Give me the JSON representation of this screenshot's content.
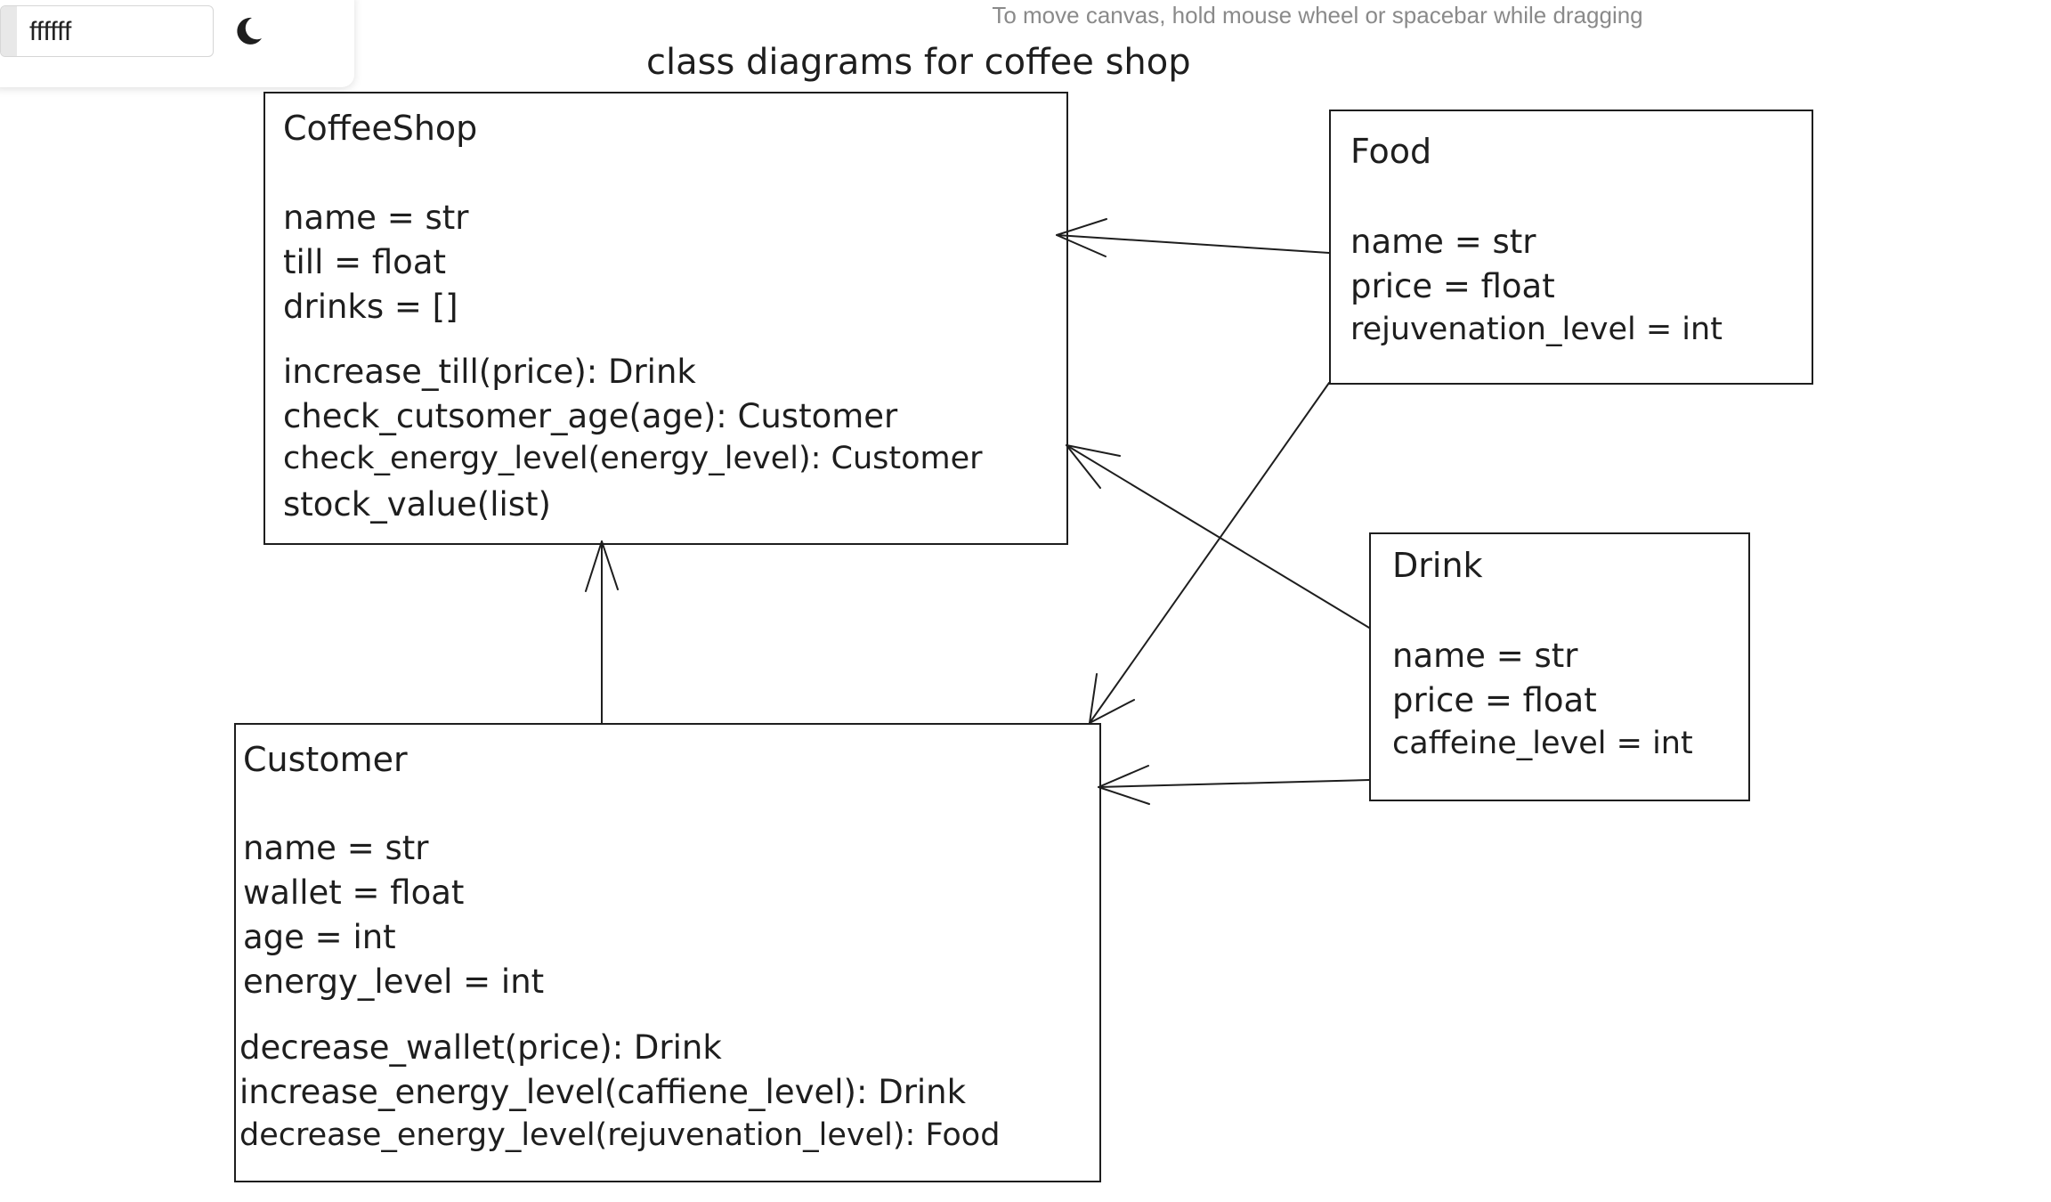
{
  "toolbar": {
    "color_value": "ffffff",
    "theme_icon": "moon-icon"
  },
  "hint": "To move canvas, hold mouse wheel or spacebar while dragging",
  "diagram_title": "class diagrams for coffee shop",
  "classes": {
    "coffeeshop": {
      "name": "CoffeeShop",
      "attributes": [
        "name = str",
        "till = float",
        "drinks = []"
      ],
      "methods": [
        "increase_till(price): Drink",
        "check_cutsomer_age(age): Customer",
        "check_energy_level(energy_level): Customer",
        "stock_value(list)"
      ]
    },
    "food": {
      "name": "Food",
      "attributes": [
        "name = str",
        "price = float",
        "rejuvenation_level = int"
      ]
    },
    "drink": {
      "name": "Drink",
      "attributes": [
        "name = str",
        "price = float",
        "caffeine_level = int"
      ]
    },
    "customer": {
      "name": "Customer",
      "attributes": [
        "name = str",
        "wallet = float",
        "age = int",
        "energy_level = int"
      ],
      "methods": [
        "decrease_wallet(price): Drink",
        "increase_energy_level(caffiene_level): Drink",
        "decrease_energy_level(rejuvenation_level): Food"
      ]
    }
  },
  "colors": {
    "stroke": "#1e1e1e",
    "hint_text": "#8a8a8a",
    "background": "#ffffff"
  }
}
